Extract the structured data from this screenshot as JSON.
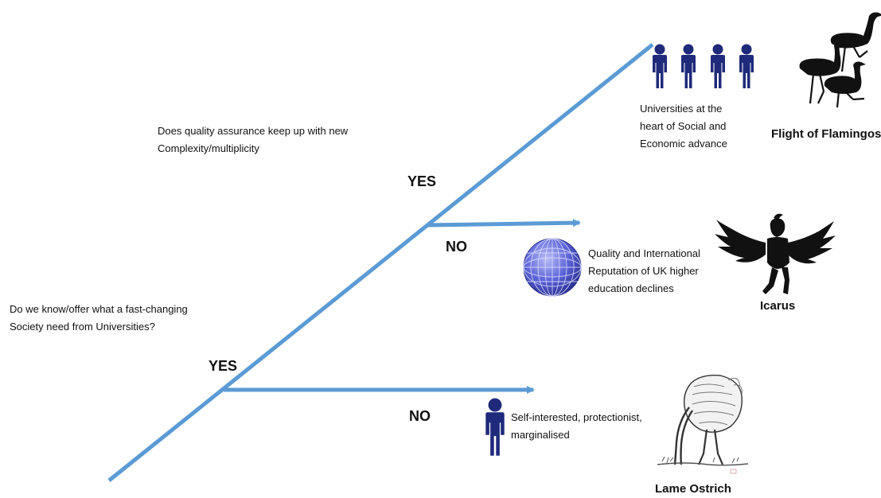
{
  "questions": {
    "first": "Do we know/offer what a fast-changing\nSociety need from Universities?",
    "second": "Does quality assurance keep up with new\nComplexity/multiplicity"
  },
  "branches": {
    "first_yes": "YES",
    "first_no": "NO",
    "second_yes": "YES",
    "second_no": "NO"
  },
  "outcomes": {
    "top": {
      "description": "Universities at the\nheart of Social and\nEconomic advance",
      "caption": "Flight of Flamingos",
      "icon": "flamingo-icon",
      "people_icon": "person-icon",
      "people_count": 4
    },
    "middle": {
      "description": "Quality and International\nReputation of UK higher\neducation declines",
      "caption": "Icarus",
      "icon": "icarus-icon",
      "globe_icon": "globe-icon"
    },
    "bottom": {
      "description": "Self-interested, protectionist,\nmarginalised",
      "caption": "Lame Ostrich",
      "icon": "ostrich-icon",
      "people_icon": "person-icon",
      "people_count": 1
    }
  },
  "colors": {
    "line": "#5b9bd5",
    "person": "#1f2a7a",
    "globe": "#5b63d8",
    "silhouette": "#111111"
  }
}
